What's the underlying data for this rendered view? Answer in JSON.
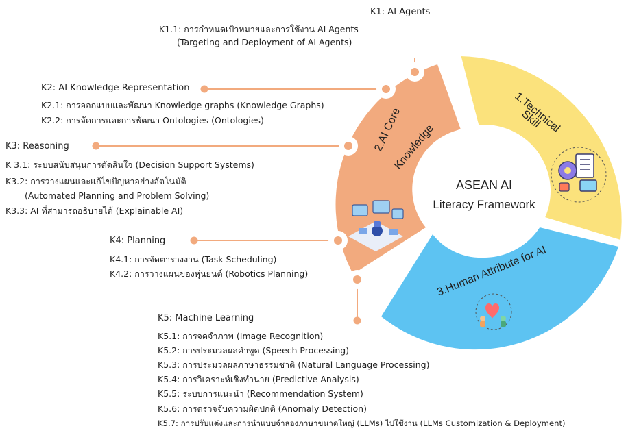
{
  "center": {
    "line1": "ASEAN AI",
    "line2": "Literacy Framework"
  },
  "segments": {
    "technical": {
      "line1": "1.Technical",
      "line2": "Skill",
      "color": "#FBE27C"
    },
    "core": {
      "line1": "2.AI Core",
      "line2": "Knowledge",
      "color": "#F2AA7E"
    },
    "human": {
      "label": "3.Human Attribute for AI",
      "color": "#5DC3F2"
    }
  },
  "colors": {
    "connector": "#F2AA7E",
    "marker": "#F2AA7E",
    "text": "#222222"
  },
  "icons": {
    "technical": "gear-checklist-icon",
    "core": "robot-workstation-icon",
    "human": "handshake-people-icon"
  },
  "k1": {
    "title": "K1: AI Agents",
    "items": [
      "K1.1: การกำหนดเป้าหมายและการใช้งาน AI Agents",
      "(Targeting and Deployment of AI Agents)"
    ]
  },
  "k2": {
    "title": "K2: AI Knowledge Representation",
    "items": [
      "K2.1: การออกแบบและพัฒนา Knowledge graphs (Knowledge Graphs)",
      "K2.2: การจัดการและการพัฒนา Ontologies (Ontologies)"
    ]
  },
  "k3": {
    "title": "K3: Reasoning",
    "items": [
      "K 3.1: ระบบสนับสนุนการตัดสินใจ (Decision Support Systems)",
      "K3.2: การวางแผนและแก้ไขปัญหาอย่างอัตโนมัติ",
      "(Automated Planning and Problem Solving)",
      "K3.3: AI ที่สามารถอธิบายได้ (Explainable AI)"
    ]
  },
  "k4": {
    "title": "K4: Planning",
    "items": [
      "K4.1: การจัดตารางงาน (Task Scheduling)",
      "K4.2: การวางแผนของหุ่นยนต์ (Robotics Planning)"
    ]
  },
  "k5": {
    "title": "K5: Machine Learning",
    "items": [
      "K5.1: การจดจำภาพ (Image Recognition)",
      "K5.2: การประมวลผลคำพูด (Speech Processing)",
      "K5.3: การประมวลผลภาษาธรรมชาติ (Natural Language Processing)",
      "K5.4: การวิเคราะห์เชิงทำนาย (Predictive Analysis)",
      "K5.5: ระบบการแนะนำ (Recommendation System)",
      "K5.6: การตรวจจับความผิดปกติ (Anomaly Detection)",
      "K5.7: การปรับแต่งและการนำแบบจำลองภาษาขนาดใหญ่ (LLMs) ไปใช้งาน (LLMs Customization & Deployment)"
    ]
  }
}
